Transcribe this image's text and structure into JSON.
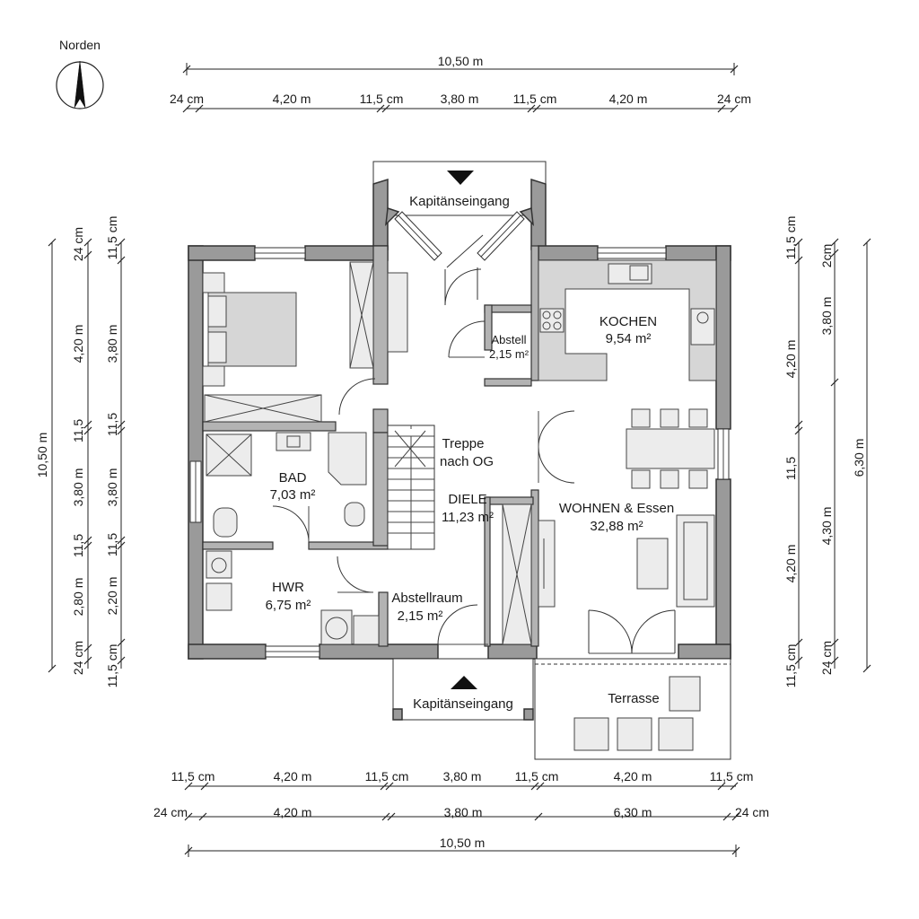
{
  "compass": {
    "label": "Norden"
  },
  "rooms": {
    "bedroom": {},
    "kochen": {
      "name": "KOCHEN",
      "area": "9,54 m²"
    },
    "abstell": {
      "name": "Abstell",
      "area": "2,15 m²"
    },
    "treppe": {
      "line1": "Treppe",
      "line2": "nach OG"
    },
    "diele": {
      "name": "DIELE",
      "area": "11,23 m²"
    },
    "bad": {
      "name": "BAD",
      "area": "7,03 m²"
    },
    "wohnen": {
      "name": "WOHNEN & Essen",
      "area": "32,88 m²"
    },
    "hwr": {
      "name": "HWR",
      "area": "6,75 m²"
    },
    "abstellraum": {
      "name": "Abstellraum",
      "area": "2,15 m²"
    },
    "terrasse": {
      "name": "Terrasse"
    }
  },
  "entrances": {
    "top": "Kapitänseingang",
    "bottom": "Kapitänseingang"
  },
  "dims": {
    "top_total": "10,50 m",
    "top_parts": [
      "24 cm",
      "4,20 m",
      "11,5 cm",
      "3,80 m",
      "11,5 cm",
      "4,20 m",
      "24 cm"
    ],
    "bottom_row1": [
      "11,5 cm",
      "4,20 m",
      "11,5 cm",
      "3,80 m",
      "11,5 cm",
      "4,20 m",
      "11,5 cm"
    ],
    "bottom_row2": [
      "24 cm",
      "4,20 m",
      "3,80 m",
      "6,30 m",
      "24 cm"
    ],
    "bottom_total": "10,50 m",
    "left_total": "10,50 m",
    "left_col1": [
      "24 cm",
      "4,20 m",
      "11,5",
      "3,80 m",
      "11,5",
      "2,80 m",
      "24 cm"
    ],
    "left_col2": [
      "11,5 cm",
      "3,80 m",
      "11,5",
      "3,80 m",
      "11,5",
      "2,20 m",
      "11,5 cm"
    ],
    "right_col1": [
      "11,5 cm",
      "4,20 m",
      "11,5",
      "4,20 m",
      "11,5 cm"
    ],
    "right_col2": [
      "2cm",
      "3,80 m",
      "4,30 m",
      "24 cm"
    ],
    "right_total": "6,30 m"
  }
}
